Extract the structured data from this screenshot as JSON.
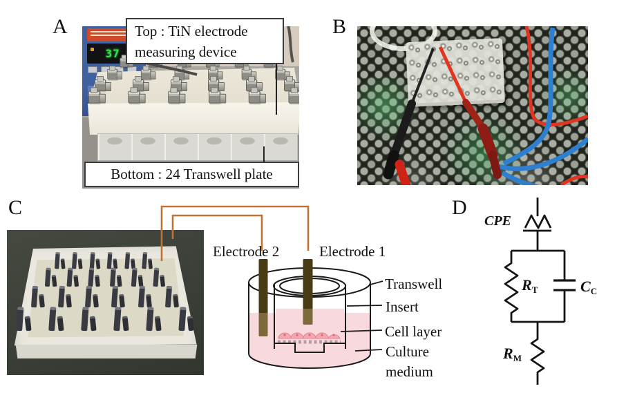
{
  "panels": {
    "a": {
      "letter": "A",
      "top_label": {
        "line1": "Top : TiN electrode",
        "line2": "measuring device"
      },
      "bottom_label": "Bottom : 24 Transwell plate",
      "temperature_display": "37.0"
    },
    "b": {
      "letter": "B"
    },
    "c": {
      "letter": "C",
      "electrode2": "Electrode 2",
      "electrode1": "Electrode 1",
      "transwell": "Transwell",
      "insert": "Insert",
      "cell_layer": "Cell layer",
      "culture_line1": "Culture",
      "culture_line2": "medium"
    },
    "d": {
      "letter": "D",
      "cpe": "CPE",
      "rt": {
        "main": "R",
        "sub": "T"
      },
      "cc": {
        "main": "C",
        "sub": "C"
      },
      "rm": {
        "main": "R",
        "sub": "M"
      }
    }
  },
  "colors": {
    "orange_wire": "#bf7434",
    "culture_medium_pink": "#f8d9de",
    "cell_layer_pink": "#f3a8b0",
    "electrode_brown": "#4a3b17",
    "electrode_submerged": "#7d6a3c",
    "circuit_line": "#151515",
    "probe_red": "#d2301c",
    "wire_blue": "#2f7fd0",
    "display_green": "#35e04a"
  }
}
